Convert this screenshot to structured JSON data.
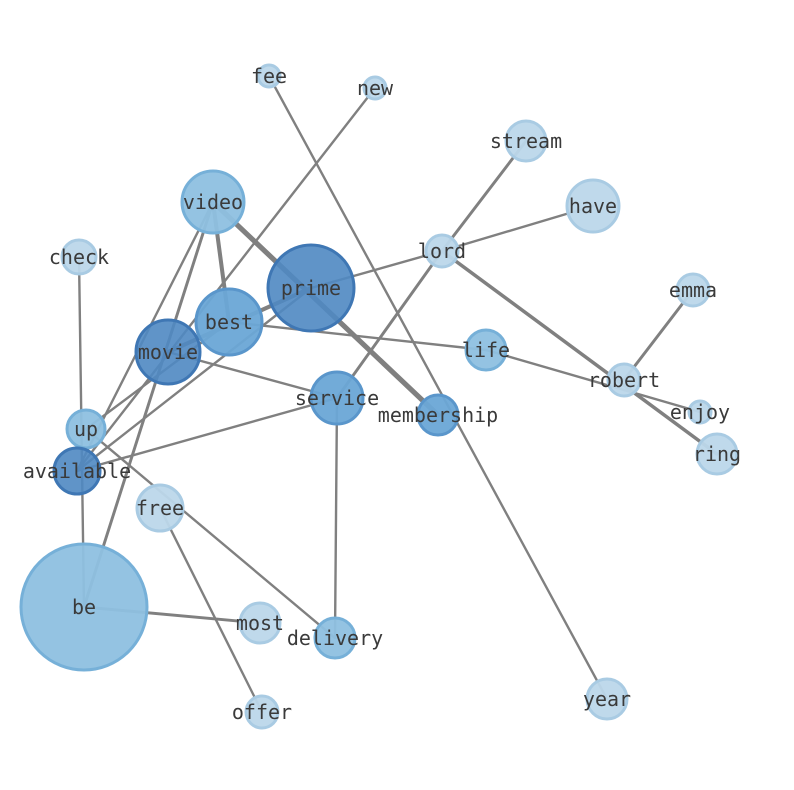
{
  "nodes": [
    {
      "id": "fee",
      "label": "fee",
      "weight": 1
    },
    {
      "id": "new",
      "label": "new",
      "weight": 1
    },
    {
      "id": "stream",
      "label": "stream",
      "weight": 2
    },
    {
      "id": "have",
      "label": "have",
      "weight": 3
    },
    {
      "id": "video",
      "label": "video",
      "weight": 6
    },
    {
      "id": "check",
      "label": "check",
      "weight": 2
    },
    {
      "id": "lord",
      "label": "lord",
      "weight": 2
    },
    {
      "id": "prime",
      "label": "prime",
      "weight": 10
    },
    {
      "id": "emma",
      "label": "emma",
      "weight": 2
    },
    {
      "id": "best",
      "label": "best",
      "weight": 7
    },
    {
      "id": "life",
      "label": "life",
      "weight": 4
    },
    {
      "id": "movie",
      "label": "movie",
      "weight": 9
    },
    {
      "id": "robert",
      "label": "robert",
      "weight": 2
    },
    {
      "id": "service",
      "label": "service",
      "weight": 5
    },
    {
      "id": "membership",
      "label": "membership",
      "weight": 4
    },
    {
      "id": "enjoy",
      "label": "enjoy",
      "weight": 1
    },
    {
      "id": "up",
      "label": "up",
      "weight": 4
    },
    {
      "id": "ring",
      "label": "ring",
      "weight": 3
    },
    {
      "id": "available",
      "label": "available",
      "weight": 8
    },
    {
      "id": "free",
      "label": "free",
      "weight": 3
    },
    {
      "id": "be",
      "label": "be",
      "weight": 5
    },
    {
      "id": "most",
      "label": "most",
      "weight": 2
    },
    {
      "id": "delivery",
      "label": "delivery",
      "weight": 4
    },
    {
      "id": "year",
      "label": "year",
      "weight": 2
    },
    {
      "id": "offer",
      "label": "offer",
      "weight": 1
    }
  ],
  "edges": [
    {
      "source": "video",
      "target": "membership",
      "weight": 7
    },
    {
      "source": "video",
      "target": "best",
      "weight": 5
    },
    {
      "source": "video",
      "target": "available",
      "weight": 2
    },
    {
      "source": "video",
      "target": "be",
      "weight": 3
    },
    {
      "source": "prime",
      "target": "movie",
      "weight": 5
    },
    {
      "source": "prime",
      "target": "available",
      "weight": 2
    },
    {
      "source": "lord",
      "target": "prime",
      "weight": 2
    },
    {
      "source": "lord",
      "target": "stream",
      "weight": 3
    },
    {
      "source": "lord",
      "target": "have",
      "weight": 2
    },
    {
      "source": "lord",
      "target": "ring",
      "weight": 4
    },
    {
      "source": "lord",
      "target": "service",
      "weight": 3
    },
    {
      "source": "new",
      "target": "available",
      "weight": 2
    },
    {
      "source": "fee",
      "target": "year",
      "weight": 2
    },
    {
      "source": "check",
      "target": "be",
      "weight": 2
    },
    {
      "source": "best",
      "target": "life",
      "weight": 2
    },
    {
      "source": "best",
      "target": "up",
      "weight": 2
    },
    {
      "source": "movie",
      "target": "service",
      "weight": 2
    },
    {
      "source": "life",
      "target": "enjoy",
      "weight": 2
    },
    {
      "source": "robert",
      "target": "emma",
      "weight": 3
    },
    {
      "source": "service",
      "target": "available",
      "weight": 2
    },
    {
      "source": "service",
      "target": "delivery",
      "weight": 2
    },
    {
      "source": "up",
      "target": "delivery",
      "weight": 2
    },
    {
      "source": "free",
      "target": "offer",
      "weight": 2
    },
    {
      "source": "be",
      "target": "most",
      "weight": 3
    }
  ],
  "colors": {
    "edge": "#808080",
    "node_scale": [
      "#bcd7ea",
      "#8ec0e0",
      "#6aa6d6",
      "#4f88c2"
    ],
    "label": "#3a3a3a"
  }
}
